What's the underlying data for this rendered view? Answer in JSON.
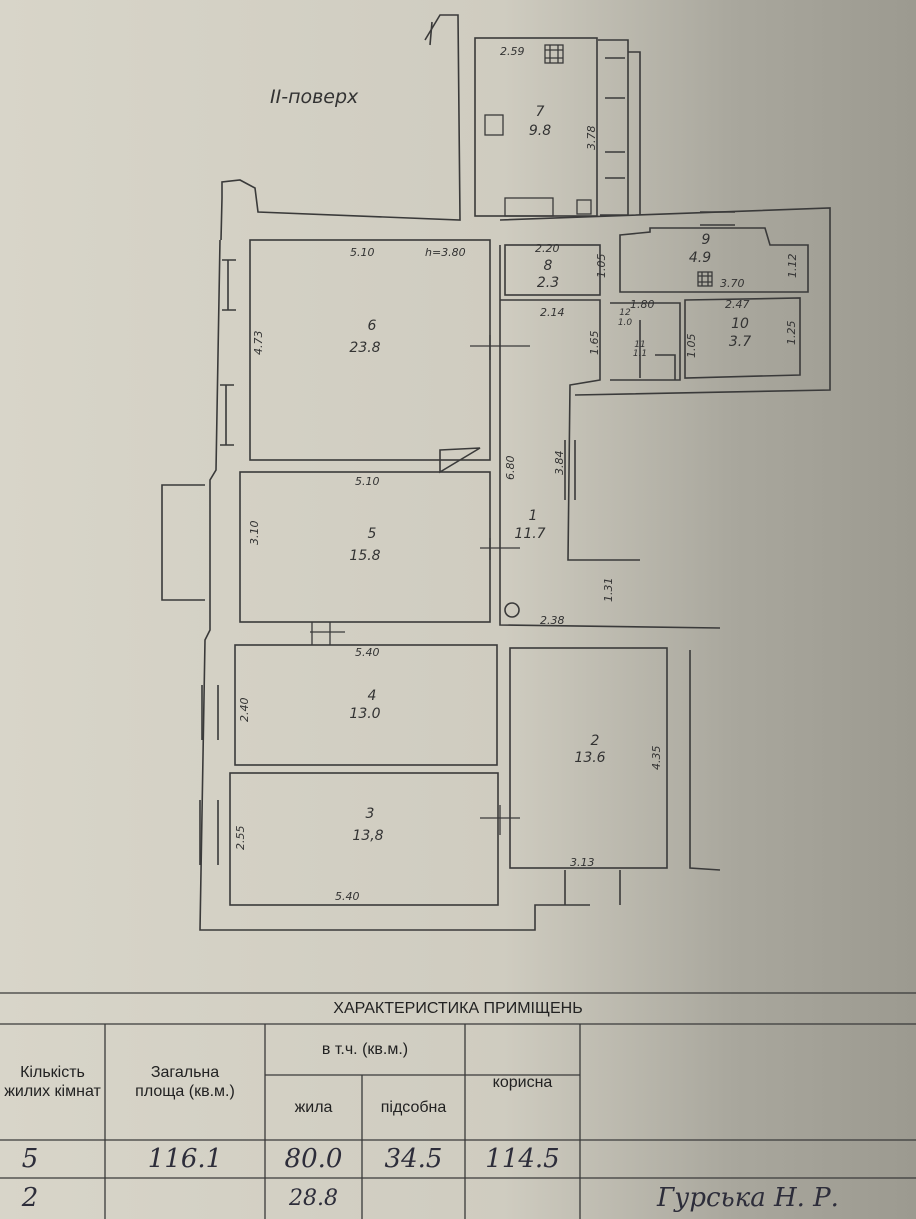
{
  "plan": {
    "floor_label": "II-поверх",
    "rooms": [
      {
        "id": "room-1",
        "number": "1",
        "area": "11.7"
      },
      {
        "id": "room-2",
        "number": "2",
        "area": "13.6"
      },
      {
        "id": "room-3",
        "number": "3",
        "area": "13,8"
      },
      {
        "id": "room-4",
        "number": "4",
        "area": "13.0"
      },
      {
        "id": "room-5",
        "number": "5",
        "area": "15.8"
      },
      {
        "id": "room-6",
        "number": "6",
        "area": "23.8"
      },
      {
        "id": "room-7",
        "number": "7",
        "area": "9.8"
      },
      {
        "id": "room-8",
        "number": "8",
        "area": "2.3"
      },
      {
        "id": "room-9",
        "number": "9",
        "area": "4.9"
      },
      {
        "id": "room-10",
        "number": "10",
        "area": "3.7"
      },
      {
        "id": "room-11",
        "number": "11",
        "area": "1.1"
      },
      {
        "id": "room-12",
        "number": "12",
        "area": "1.0"
      }
    ],
    "dimensions": [
      "2.59",
      "3.78",
      "5.10",
      "h=3.80",
      "4.73",
      "2.20",
      "1.05",
      "3.70",
      "1.12",
      "2.14",
      "1.80",
      "2.47",
      "1.25",
      "1.65",
      "1.05",
      "6.80",
      "3.84",
      "5.10",
      "3.10",
      "1.31",
      "2.38",
      "5.40",
      "2.40",
      "4.35",
      "5.40",
      "2.55",
      "3.13"
    ]
  },
  "table": {
    "title": "ХАРАКТЕРИСТИКА ПРИМІЩЕНЬ",
    "headers": {
      "rooms_count": "Кількість жилих кімнат",
      "total_area": "Загальна площа (кв.м.)",
      "including": "в т.ч. (кв.м.)",
      "living": "жила",
      "auxiliary": "підсобна",
      "useful": "корисна"
    },
    "rows": [
      {
        "rooms": "5",
        "total": "116.1",
        "living": "80.0",
        "aux": "34.5",
        "useful": "114.5",
        "note": ""
      },
      {
        "rooms": "2",
        "total": "",
        "living": "28.8",
        "aux": "",
        "useful": "",
        "note": "Гурська Н. Р."
      }
    ]
  }
}
